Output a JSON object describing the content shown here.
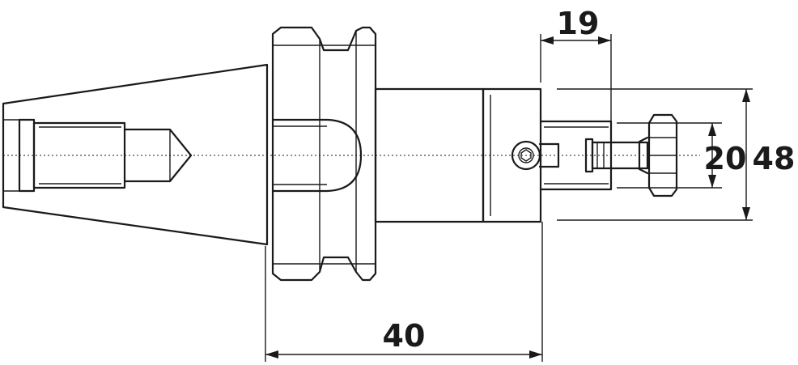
{
  "drawing": {
    "dimensions": {
      "overall_length": "40",
      "holder_length": "19",
      "inner_diameter": "20",
      "outer_diameter": "48"
    }
  }
}
